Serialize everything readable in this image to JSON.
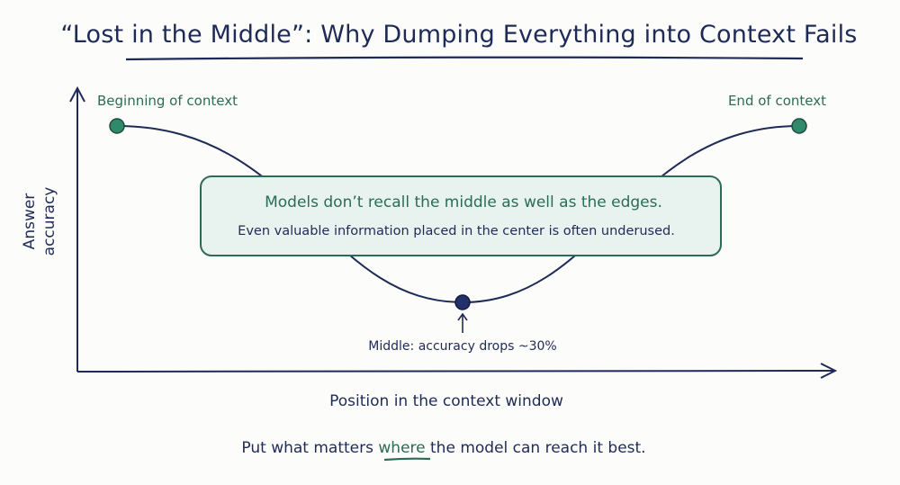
{
  "title": "“Lost in the Middle”: Why Dumping Everything into Context Fails",
  "points": {
    "beginning_label": "Beginning of context",
    "end_label": "End of context",
    "middle_label": "Middle: accuracy drops ~30%"
  },
  "axes": {
    "y_label_line1": "Answer",
    "y_label_line2": "accuracy",
    "x_label": "Position in the context window"
  },
  "callout": {
    "headline": "Models don’t recall the middle as well as the edges.",
    "detail": "Even valuable information placed in the center is often underused."
  },
  "footer": {
    "before": "Put what matters ",
    "emphasis": "where",
    "after": " the model can reach it best."
  },
  "colors": {
    "ink": "#1f2b57",
    "teal": "#2c6b57",
    "teal_fill": "#e8f3ef",
    "dot_teal": "#2f8a6c",
    "dot_navy": "#24306a"
  }
}
